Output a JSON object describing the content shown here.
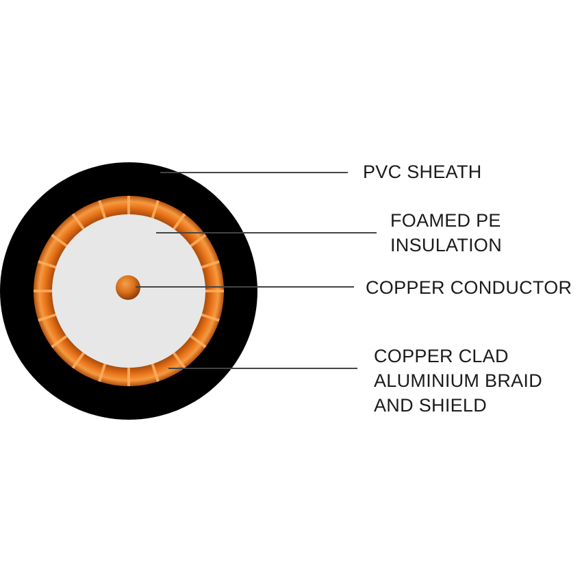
{
  "labels": {
    "pvc_sheath": "PVC SHEATH",
    "foamed_pe": [
      "FOAMED PE",
      "INSULATION"
    ],
    "copper_conductor": "COPPER CONDUCTOR",
    "braid_shield": [
      "COPPER CLAD",
      "ALUMINIUM BRAID",
      "AND SHIELD"
    ]
  },
  "colors": {
    "sheath": "#000000",
    "braid": "#e8731a",
    "braid_highlight": "#ffb061",
    "braid_shadow": "#a84808",
    "insulation": "#e7e7e7",
    "conductor": "#d9701c",
    "leader_line": "#444444",
    "text": "#1a1a1a"
  },
  "icons": [
    "coax-cable-cross-section-icon"
  ]
}
